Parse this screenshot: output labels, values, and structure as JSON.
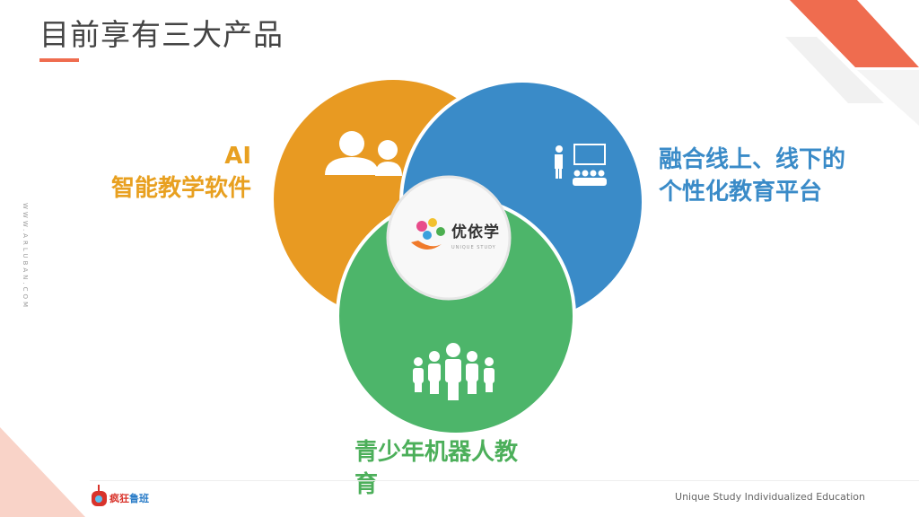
{
  "title": "目前享有三大产品",
  "side_text": "WWW.ARLUBAN.COM",
  "products": [
    {
      "label_line1": "AI",
      "label_line2": "智能教学软件",
      "icon": "users-icon"
    },
    {
      "label_line1": "融合线上、线下的",
      "label_line2": "个性化教育平台",
      "icon": "presentation-icon"
    },
    {
      "label_line1": "青少年机器人教",
      "label_line2": "育",
      "icon": "group-icon"
    }
  ],
  "center_logo": {
    "name": "优依学",
    "sub": "UNIQUE STUDY"
  },
  "footer": {
    "brand_part1": "疯狂",
    "brand_part2": "鲁班",
    "tagline": "Unique Study Individualized Education"
  },
  "colors": {
    "orange": "#e89a22",
    "blue": "#3a8bc8",
    "green": "#4db56a",
    "accent": "#ef6c4f"
  }
}
